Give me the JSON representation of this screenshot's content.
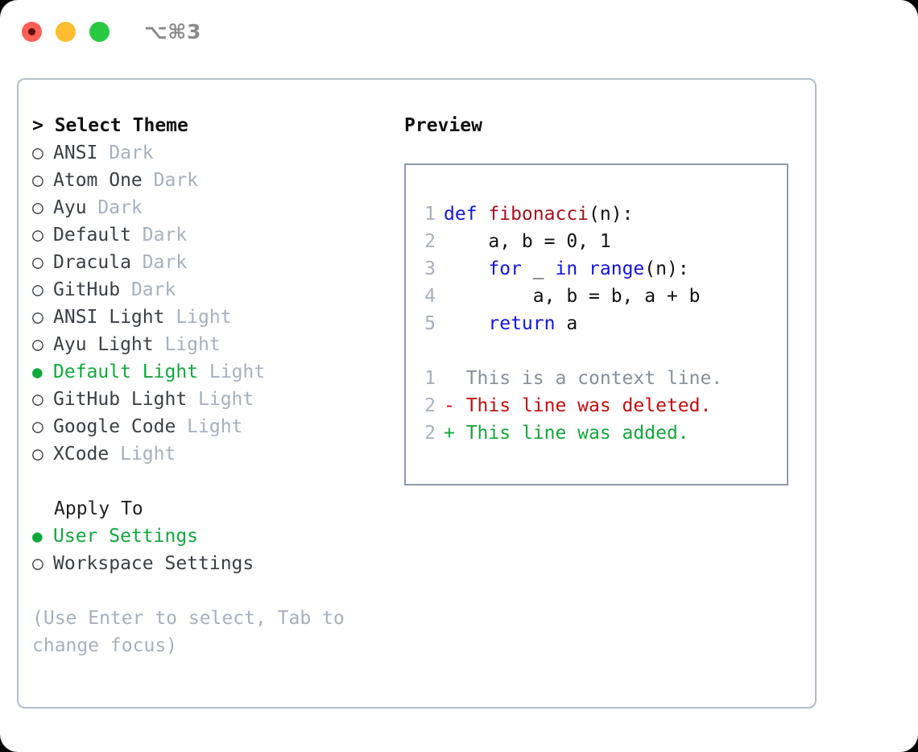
{
  "titlebar": {
    "shortcut": "⌥⌘3",
    "lights": [
      {
        "name": "close",
        "color": "#FF5F57"
      },
      {
        "name": "minimize",
        "color": "#FEBC2E"
      },
      {
        "name": "zoom",
        "color": "#28C840"
      }
    ]
  },
  "theme_picker": {
    "header": "> Select Theme",
    "bullet_unselected": "○",
    "bullet_selected": "●",
    "items": [
      {
        "label": "ANSI",
        "tag": "Dark",
        "selected": false
      },
      {
        "label": "Atom One",
        "tag": "Dark",
        "selected": false
      },
      {
        "label": "Ayu",
        "tag": "Dark",
        "selected": false
      },
      {
        "label": "Default",
        "tag": "Dark",
        "selected": false
      },
      {
        "label": "Dracula",
        "tag": "Dark",
        "selected": false
      },
      {
        "label": "GitHub",
        "tag": "Dark",
        "selected": false
      },
      {
        "label": "ANSI Light",
        "tag": "Light",
        "selected": false
      },
      {
        "label": "Ayu Light",
        "tag": "Light",
        "selected": false
      },
      {
        "label": "Default Light",
        "tag": "Light",
        "selected": true
      },
      {
        "label": "GitHub Light",
        "tag": "Light",
        "selected": false
      },
      {
        "label": "Google Code",
        "tag": "Light",
        "selected": false
      },
      {
        "label": "XCode",
        "tag": "Light",
        "selected": false
      }
    ]
  },
  "apply_to": {
    "label": "Apply To",
    "options": [
      {
        "label": "User Settings",
        "selected": true
      },
      {
        "label": "Workspace Settings",
        "selected": false
      }
    ]
  },
  "hint": "(Use Enter to select, Tab to change focus)",
  "preview": {
    "header": "Preview",
    "code_lines": [
      {
        "no": "1",
        "tokens": [
          {
            "text": "def ",
            "kind": "kw"
          },
          {
            "text": "fibonacci",
            "kind": "fn"
          },
          {
            "text": "(n):",
            "kind": "plain"
          }
        ]
      },
      {
        "no": "2",
        "tokens": [
          {
            "text": "    a, b = 0, 1",
            "kind": "plain"
          }
        ]
      },
      {
        "no": "3",
        "tokens": [
          {
            "text": "    ",
            "kind": "plain"
          },
          {
            "text": "for",
            "kind": "kw"
          },
          {
            "text": " _ ",
            "kind": "plain"
          },
          {
            "text": "in",
            "kind": "kw"
          },
          {
            "text": " ",
            "kind": "plain"
          },
          {
            "text": "range",
            "kind": "kw"
          },
          {
            "text": "(n):",
            "kind": "plain"
          }
        ]
      },
      {
        "no": "4",
        "tokens": [
          {
            "text": "        a, b = b, a + b",
            "kind": "plain"
          }
        ]
      },
      {
        "no": "5",
        "tokens": [
          {
            "text": "    ",
            "kind": "plain"
          },
          {
            "text": "return",
            "kind": "kw"
          },
          {
            "text": " a",
            "kind": "plain"
          }
        ]
      }
    ],
    "diff_lines": [
      {
        "no": "1",
        "tokens": [
          {
            "text": "  This is a context line.",
            "kind": "ctx"
          }
        ]
      },
      {
        "no": "2",
        "tokens": [
          {
            "text": "- This line was deleted.",
            "kind": "del"
          }
        ]
      },
      {
        "no": "2",
        "tokens": [
          {
            "text": "+ This line was added.",
            "kind": "add"
          }
        ]
      }
    ]
  },
  "colors": {
    "accent_green": "#11A93C",
    "muted": "#a7b0bd",
    "keyword_blue": "#1414e0",
    "function_red": "#a4111e",
    "diff_delete": "#c40d0d",
    "diff_add": "#11A93C",
    "panel_border": "#b4bcc8",
    "preview_border": "#8e9aab"
  }
}
